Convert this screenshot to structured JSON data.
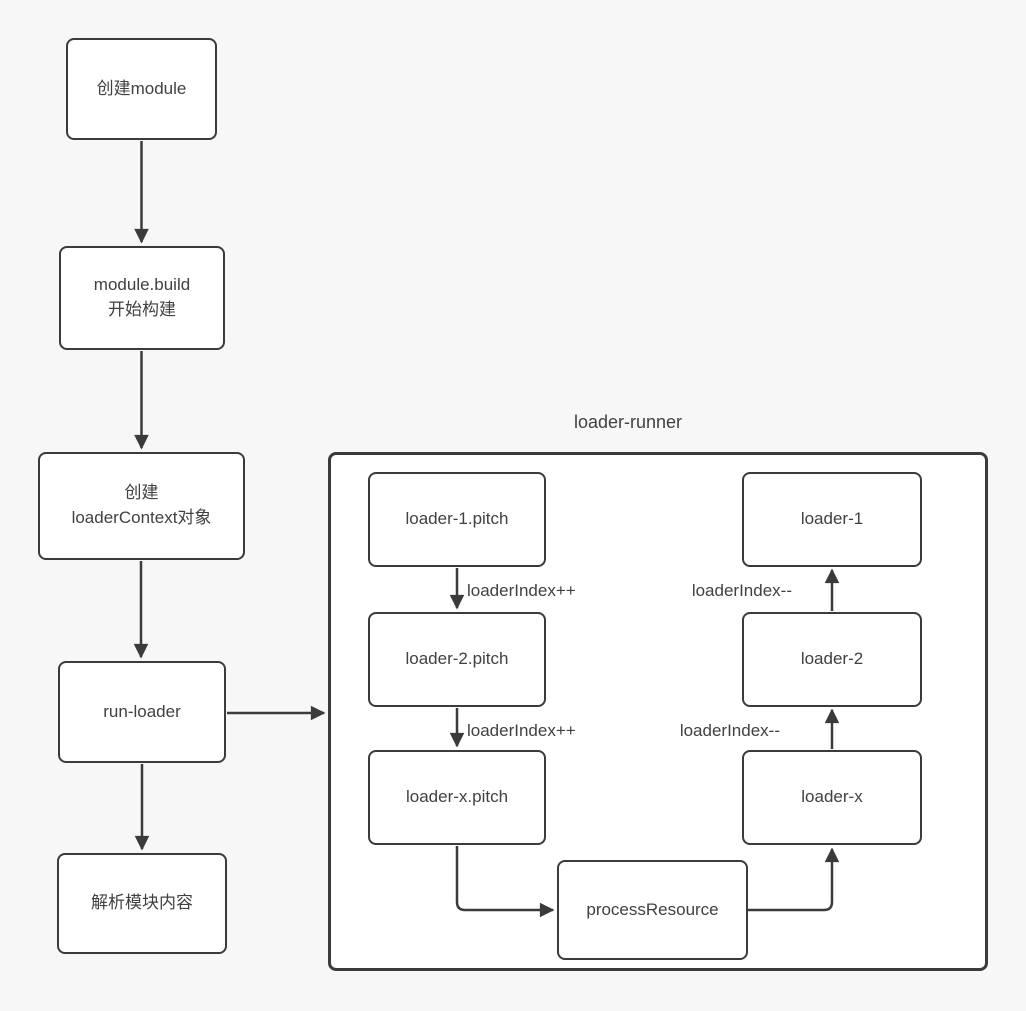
{
  "canvas": {
    "background_color": "#f7f7f7",
    "stroke_color": "#3b3b3b",
    "node_fill_color": "#ffffff",
    "text_color": "#414141"
  },
  "nodes": {
    "create_module": "创建module",
    "module_build": "module.build\n开始构建",
    "create_loader_context": "创建\nloaderContext对象",
    "run_loader": "run-loader",
    "parse_module_content": "解析模块内容",
    "loader_runner_title": "loader-runner",
    "loader1_pitch": "loader-1.pitch",
    "loader2_pitch": "loader-2.pitch",
    "loaderx_pitch": "loader-x.pitch",
    "process_resource": "processResource",
    "loader1": "loader-1",
    "loader2": "loader-2",
    "loaderx": "loader-x"
  },
  "edge_labels": {
    "index_increment_1": "loaderIndex++",
    "index_increment_2": "loaderIndex++",
    "index_decrement_1": "loaderIndex--",
    "index_decrement_2": "loaderIndex--"
  }
}
